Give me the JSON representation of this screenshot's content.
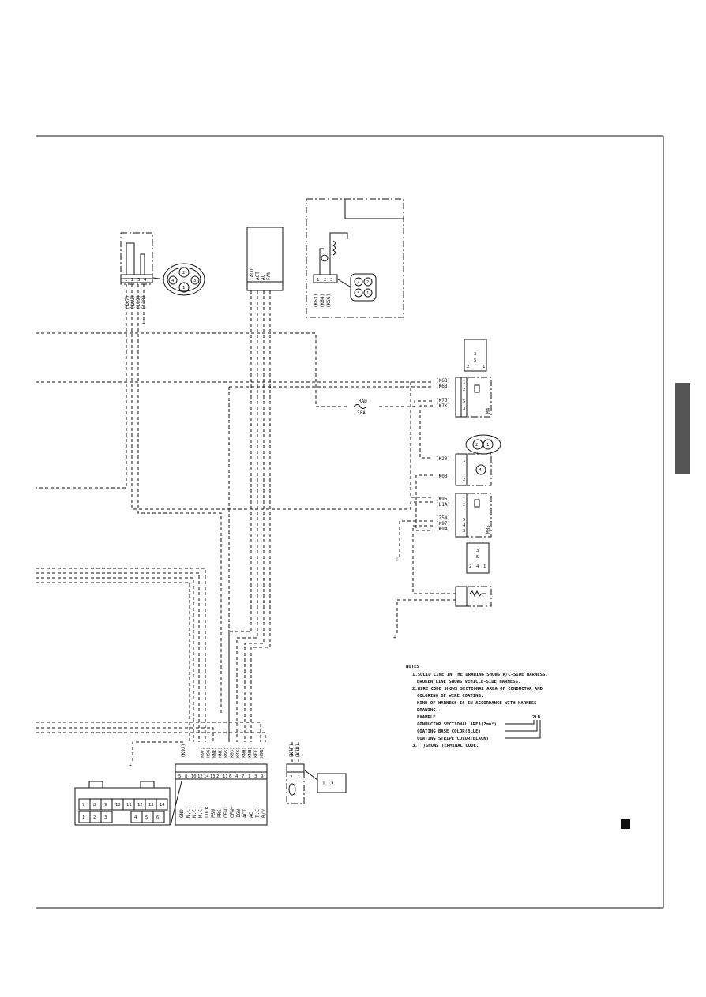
{
  "switch_connector": {
    "pins": [
      "1",
      "2",
      "3",
      "4"
    ],
    "plug_pins": [
      "1",
      "2",
      "3",
      "4"
    ],
    "codes": [
      "(KA7)",
      "(KAU)",
      "(L19)",
      "(L20)"
    ]
  },
  "ecu": {
    "signals": [
      "TACO",
      "ACT",
      "AC",
      "FAN"
    ]
  },
  "sensor_box": {
    "pins": [
      "1",
      "2",
      "3"
    ],
    "plug_pins": [
      "1",
      "2",
      "3",
      "/"
    ],
    "codes": [
      "(K63)",
      "(K64)",
      "(KGG)"
    ]
  },
  "fuse": {
    "name": "RAD",
    "rating": "30A"
  },
  "relay_m4": {
    "label": "M4",
    "pins": [
      "1",
      "2",
      "5",
      "3"
    ],
    "codes": [
      "(K6B)",
      "(K68)",
      "(K7J)",
      "(K7K)"
    ],
    "socket_pins": [
      "3",
      "5",
      "2",
      "1"
    ]
  },
  "fan_motor": {
    "symbol": "M",
    "pins": [
      "1",
      "2"
    ],
    "plug_pins": [
      "2",
      "1"
    ],
    "codes": [
      "(K20)",
      "(K0B)"
    ]
  },
  "relay_m85": {
    "label": "M85",
    "pins": [
      "1",
      "2",
      "5",
      "4",
      "3"
    ],
    "codes": [
      "(K96)",
      "(L1A)",
      "(Z5N)",
      "(K97)",
      "(K94)"
    ],
    "socket_pins": [
      "3",
      "5",
      "2",
      "4",
      "1"
    ]
  },
  "main_connector": {
    "top_code": "(K9J)",
    "codes": [
      "(K9F)",
      "(K9G)",
      "(KNE)",
      "(KNE)",
      "(K9S)",
      "(K93)",
      "(K4G)",
      "(KNH)",
      "(KNH)",
      "(KEF)",
      "(K9N)"
    ],
    "pins": [
      "5",
      "8",
      "10",
      "12",
      "14",
      "13",
      "2",
      "11",
      "6",
      "4",
      "7",
      "1",
      "3",
      "9"
    ],
    "signals": [
      "GND",
      "N.C.",
      "N.C.",
      "M.C.",
      "LOCK",
      "PSW",
      "PRS",
      "CFN1",
      "CFN+",
      "IGN",
      "ACT",
      "AC",
      "T.E.",
      "B/V"
    ],
    "face_top": [
      "7",
      "8",
      "9",
      "10",
      "11",
      "12",
      "13",
      "14"
    ],
    "face_bottom": [
      "1",
      "2",
      "3",
      "4",
      "5",
      "6"
    ]
  },
  "thermistor": {
    "codes": [
      "(K7F)",
      "(K7N)"
    ],
    "pins": [
      "2",
      "1"
    ],
    "plug_pins": [
      "1",
      "2"
    ]
  },
  "notes": {
    "title": "NOTES",
    "lines": [
      "1.SOLID LINE IN THE DRAWING SHOWS A/C-SIDE HARNESS.",
      "BROKEN LINE SHOWS VEHICLE-SIDE HARNESS.",
      "2.WIRE CODE SHOWS SECTIONAL AREA OF CONDUCTOR AND",
      "COLORING OF WIRE COATING.",
      "KIND OF HARNESS IS IN ACCORDANCE WITH HARNESS",
      "DRAWING.",
      "EXAMPLE",
      "CONDUCTOR SECTIONAL AREA(2mm²)",
      "COATING BASE COLOR(BLUE)",
      "COATING STRIPE COLOR(BLACK)",
      "3.( )SHOWS TERMINAL CODE."
    ],
    "example_code": "2LB"
  },
  "colors": {
    "tab": "#555555",
    "line": "#111111"
  }
}
